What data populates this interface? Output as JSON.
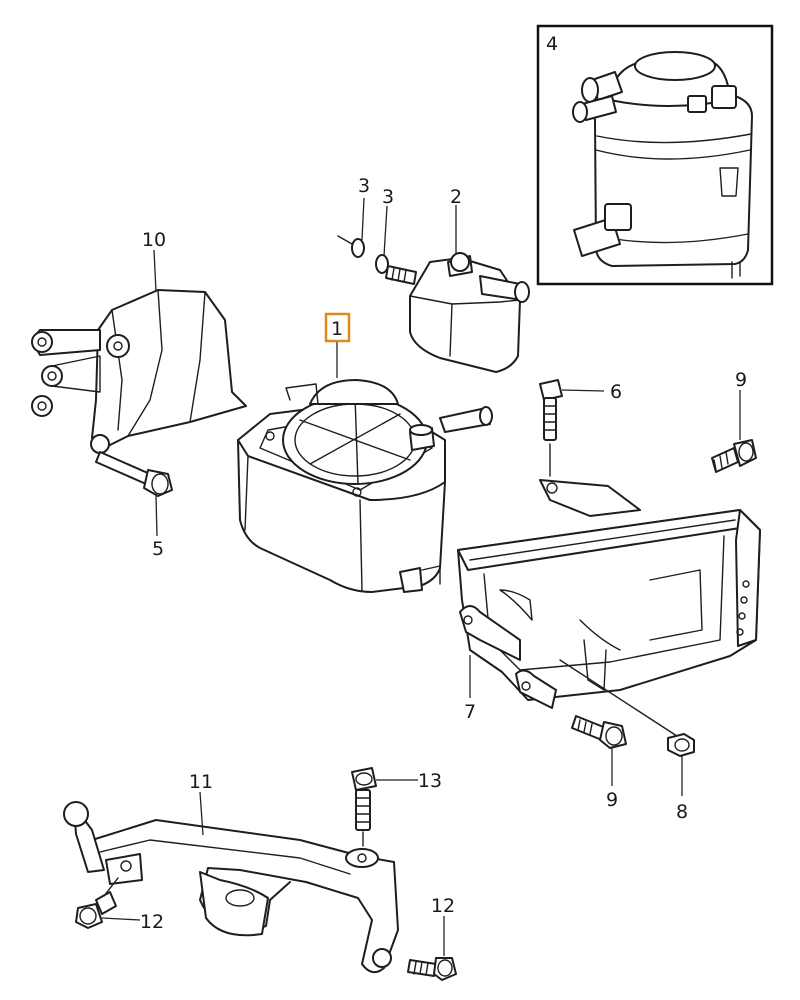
{
  "diagram": {
    "colors": {
      "line": "#1e1e1e",
      "highlight": "#e08a1e"
    },
    "callouts": {
      "part1": "1",
      "part2": "2",
      "part3a": "3",
      "part3b": "3",
      "part4": "4",
      "part5": "5",
      "part6": "6",
      "part7": "7",
      "part8": "8",
      "part9a": "9",
      "part9b": "9",
      "part10": "10",
      "part11": "11",
      "part12a": "12",
      "part12b": "12",
      "part13": "13"
    },
    "highlighted_callout": "1"
  }
}
